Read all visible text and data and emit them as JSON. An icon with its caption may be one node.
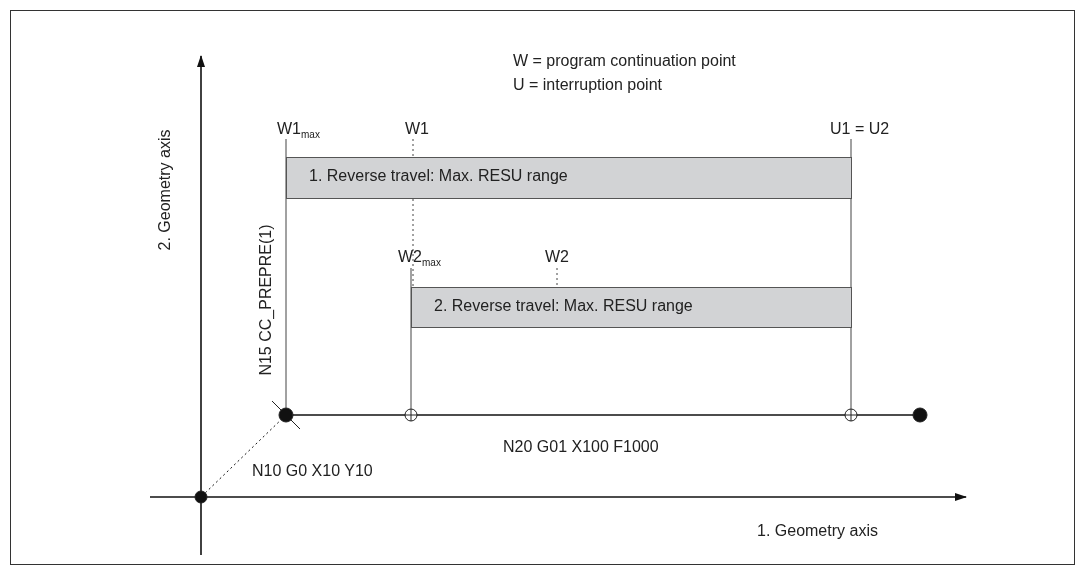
{
  "diagram": {
    "nodes": [
      {
        "text": [
          "1. Reverse travel: Max. RESU range"
        ]
      },
      {
        "text": [
          "2. Reverse travel: Max. RESU range"
        ]
      },
      {
        "text": [],
        "shape": "circle"
      },
      {
        "text": [],
        "shape": "circle"
      },
      {
        "text": [],
        "shape": "circle"
      },
      {
        "text": [],
        "shape": "circle"
      },
      {
        "text": [],
        "shape": "circle"
      },
      {
        "text": [
          "W1$_{max}$"
        ]
      },
      {
        "text": [
          "W1"
        ]
      },
      {
        "text": [
          "U1 = U2"
        ]
      },
      {
        "text": [
          "W2$_{max}$"
        ]
      },
      {
        "text": [
          "W2"
        ]
      }
    ],
    "edges": [
      {
        "from": 2,
        "to": 3,
        "arrow": "none",
        "style": "dashed",
        "label": "N10 G0 X10 Y10"
      },
      {
        "from": 3,
        "to": 4,
        "arrow": "none"
      },
      {
        "from": 4,
        "to": 5,
        "arrow": "none",
        "label": "N20 G01 X100 F1000"
      },
      {
        "from": 5,
        "to": 6,
        "arrow": "none"
      },
      {
        "from": 7,
        "to": 3,
        "arrow": "none"
      },
      {
        "from": 8,
        "to": 0,
        "arrow": "none",
        "style": "dashed"
      },
      {
        "from": 0,
        "to": 1,
        "arrow": "none",
        "style": "dashed"
      },
      {
        "from": 9,
        "to": 5,
        "arrow": "none"
      },
      {
        "from": 10,
        "to": 4,
        "arrow": "none"
      },
      {
        "from": 11,
        "to": 1,
        "arrow": "none",
        "style": "dashed"
      }
    ],
    "labels": [
      "W = program continuation point",
      "U = interruption point",
      "2. Geometry axis",
      "N15 CC_PREPRE(1)",
      "1. Geometry axis"
    ]
  }
}
